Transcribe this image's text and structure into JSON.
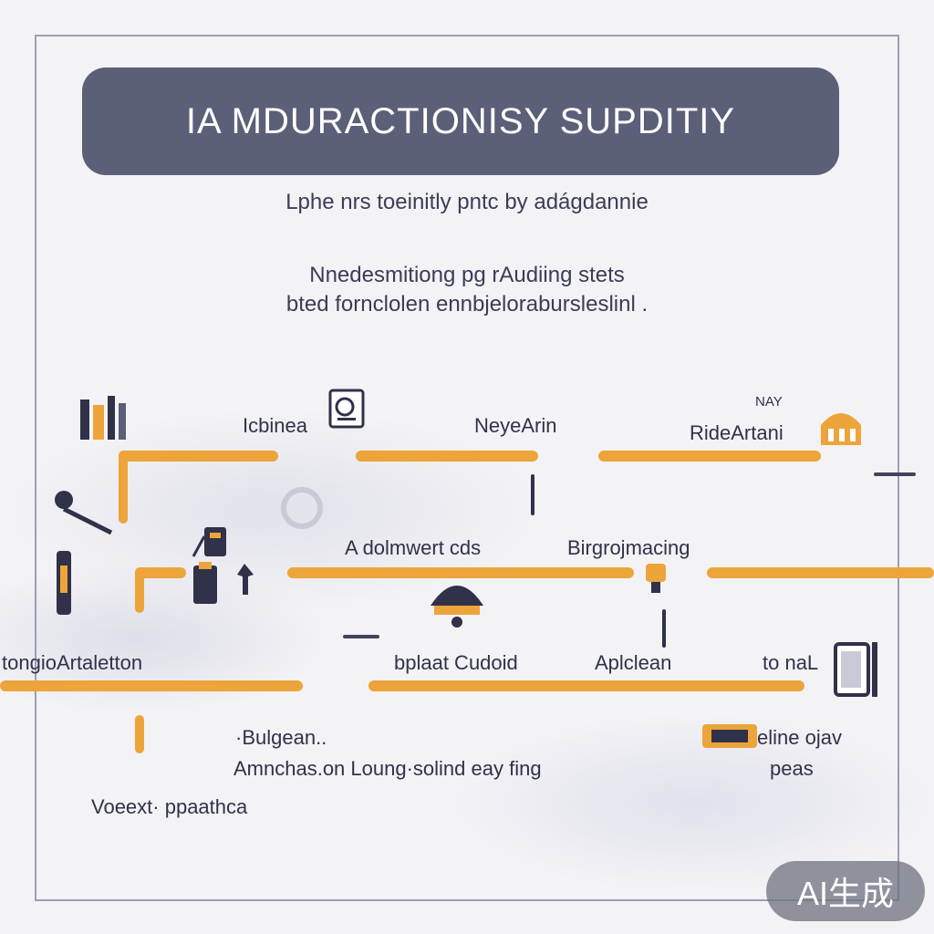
{
  "header": {
    "title": "IA MDURACTIONISY SUPDITIY",
    "subtitle": "Lphe nrs toeinitly pntc by adágdannie",
    "description": [
      "Nnedesmitiong pg rAudiing stets",
      "bted fornclolen ennbjelorabursleslinl ."
    ]
  },
  "nodes": {
    "row1": [
      "Icbinea",
      "NeyeArin",
      "RideArtani"
    ],
    "row1_note": "NAY",
    "row2": [
      "A dolmwert cds",
      "Birgrojmacing"
    ],
    "row3": [
      "tongioArtaletton",
      "bplaat Cudoid",
      "Aplclean",
      "to naL"
    ],
    "row4_left": [
      "·Bulgean..",
      "Amnchas.on Loung·solind eay fing",
      "Voeext· ppaathca"
    ],
    "row4_right": [
      "eline ojav",
      "peas"
    ]
  },
  "badge": {
    "label": "AI生成"
  },
  "colors": {
    "title_bg": "#5b5f78",
    "connector": "#eda43a",
    "ink": "#2f3249",
    "frame": "#9b9fb4"
  },
  "icons": [
    "tools-icon",
    "document-icon",
    "dome-icon",
    "box-icon",
    "hammer-icon",
    "robot-icon",
    "machine-icon",
    "gear-icon",
    "cup-icon",
    "sign-icon"
  ]
}
